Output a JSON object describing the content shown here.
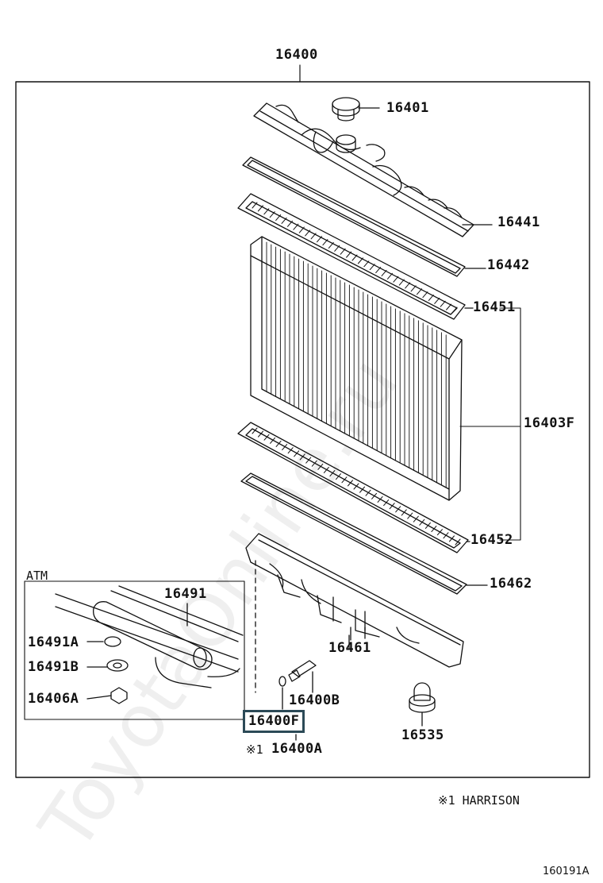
{
  "diagram": {
    "main_assembly": "16400",
    "parts": {
      "p16401": "16401",
      "p16441": "16441",
      "p16442": "16442",
      "p16451": "16451",
      "p16403F": "16403F",
      "p16452": "16452",
      "p16462": "16462",
      "p16461": "16461",
      "p16400B": "16400B",
      "p16400F": "16400F",
      "p16400A": "16400A",
      "p16535": "16535",
      "p16491": "16491",
      "p16491A": "16491A",
      "p16491B": "16491B",
      "p16406A": "16406A"
    },
    "atm_label": "ATM",
    "note_mark": "※1",
    "footnote": "※1  HARRISON",
    "diagram_code": "160191A",
    "watermark": "ToyotaOnline.ru",
    "highlight_color": "#2c4a57"
  }
}
